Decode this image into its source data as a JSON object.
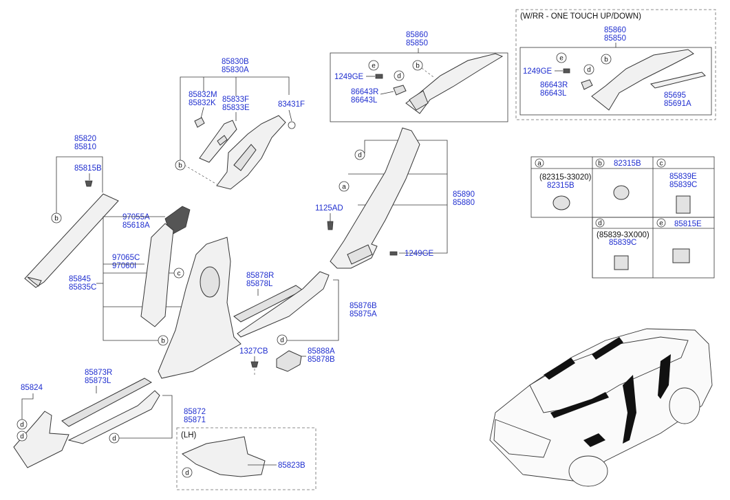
{
  "callouts": {
    "a": "a",
    "b": "b",
    "c": "c",
    "d": "d",
    "e": "e"
  },
  "labels": {
    "p85820": "85820",
    "p85810": "85810",
    "p85815B": "85815B",
    "p85830B": "85830B",
    "p85830A": "85830A",
    "p85832M": "85832M",
    "p85832K": "85832K",
    "p85833F": "85833F",
    "p85833E": "85833E",
    "p83431F": "83431F",
    "p85860": "85860",
    "p85850": "85850",
    "p1249GE": "1249GE",
    "p86643R": "86643R",
    "p86643L": "86643L",
    "wrr_title": "(W/RR - ONE TOUCH UP/DOWN)",
    "p85860b": "85860",
    "p85850b": "85850",
    "p1249GEb": "1249GE",
    "p86643Rb": "86643R",
    "p86643Lb": "86643L",
    "p85695": "85695",
    "p85691A": "85691A",
    "p85890": "85890",
    "p85880": "85880",
    "p1125AD": "1125AD",
    "p1249GEc": "1249GE",
    "p97055A": "97055A",
    "p85618A": "85618A",
    "p97065C": "97065C",
    "p97060I": "97060I",
    "p85845": "85845",
    "p85835C": "85835C",
    "p85878R": "85878R",
    "p85878L": "85878L",
    "p85876B": "85876B",
    "p85875A": "85875A",
    "p1327CB": "1327CB",
    "p85888A": "85888A",
    "p85878B": "85878B",
    "p85873R": "85873R",
    "p85873L": "85873L",
    "p85824": "85824",
    "p85872": "85872",
    "p85871": "85871",
    "lh_title": "(LH)",
    "p85823B": "85823B"
  },
  "legend": {
    "a_code": "(82315-33020)",
    "a_part": "82315B",
    "b_part": "82315B",
    "c_part1": "85839E",
    "c_part2": "85839C",
    "d_code": "(85839-3X000)",
    "d_part": "85839C",
    "e_part": "85815E"
  },
  "colors": {
    "part_number": "#1f2ecf",
    "line": "#333333",
    "highlight": "#111111"
  }
}
